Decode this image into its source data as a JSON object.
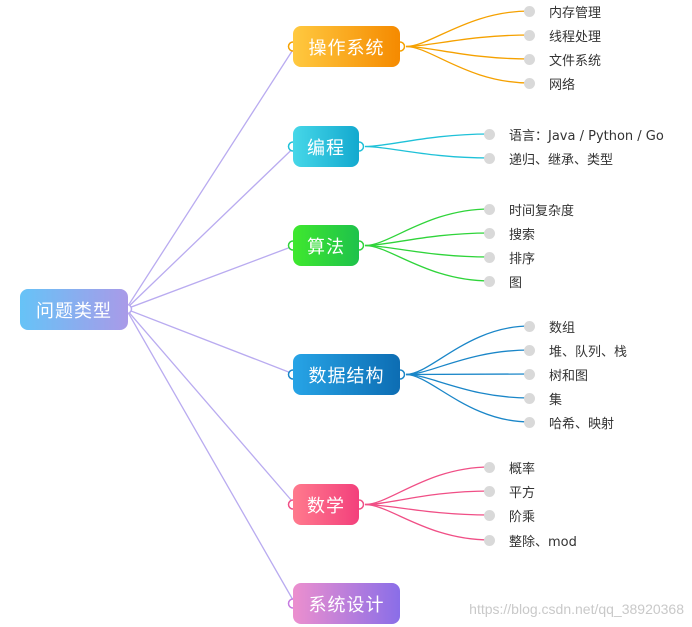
{
  "root": {
    "label": "问题类型"
  },
  "branches": [
    {
      "id": "os",
      "label": "操作系统",
      "color": "#f5a100",
      "gradient": [
        "#ffc940",
        "#f58a00"
      ],
      "children": [
        "内存管理",
        "线程处理",
        "文件系统",
        "网络"
      ]
    },
    {
      "id": "prog",
      "label": "编程",
      "color": "#1fc1d8",
      "gradient": [
        "#46d7e8",
        "#13a9cf"
      ],
      "children": [
        "语言：Java / Python / Go",
        "递归、继承、类型"
      ]
    },
    {
      "id": "algo",
      "label": "算法",
      "color": "#2fd43a",
      "gradient": [
        "#3fe82e",
        "#1ec24b"
      ],
      "children": [
        "时间复杂度",
        "搜索",
        "排序",
        "图"
      ]
    },
    {
      "id": "ds",
      "label": "数据结构",
      "color": "#1a86c8",
      "gradient": [
        "#27a4e6",
        "#0d6db3"
      ],
      "children": [
        "数组",
        "堆、队列、栈",
        "树和图",
        "集",
        "哈希、映射"
      ]
    },
    {
      "id": "math",
      "label": "数学",
      "color": "#f04f86",
      "gradient": [
        "#ff7a8d",
        "#f3407c"
      ],
      "children": [
        "概率",
        "平方",
        "阶乘",
        "整除、mod"
      ]
    },
    {
      "id": "sysdesign",
      "label": "系统设计",
      "color": "#c67ae0",
      "gradient": [
        "#ec8fce",
        "#8a6ee8"
      ],
      "children": []
    }
  ],
  "root_style": {
    "gradient": [
      "#66c3f7",
      "#a99ae8"
    ],
    "line_color": "#b9abf0"
  },
  "watermark": "https://blog.csdn.net/qq_38920368"
}
